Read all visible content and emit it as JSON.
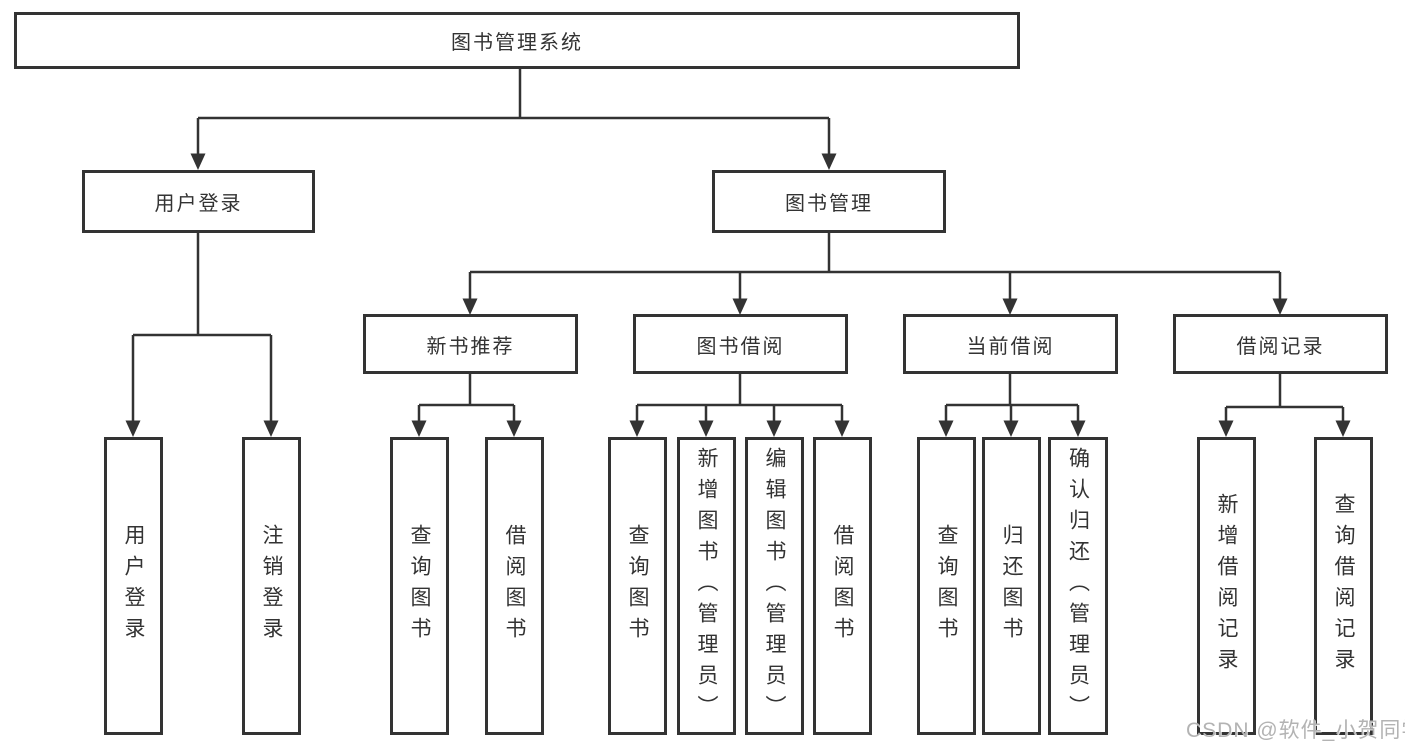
{
  "diagram": {
    "title": "图书管理系统",
    "colors": {
      "line": "#333333",
      "box_border": "#333333",
      "text": "#333333",
      "watermark": "#b3b3b3"
    }
  },
  "tree": {
    "label": "图书管理系统",
    "children": [
      {
        "label": "用户登录",
        "children": [
          {
            "label": "用户登录"
          },
          {
            "label": "注销登录"
          }
        ]
      },
      {
        "label": "图书管理",
        "children": [
          {
            "label": "新书推荐",
            "children": [
              {
                "label": "查询图书"
              },
              {
                "label": "借阅图书"
              }
            ]
          },
          {
            "label": "图书借阅",
            "children": [
              {
                "label": "查询图书"
              },
              {
                "label": "新增图书（管理员）"
              },
              {
                "label": "编辑图书（管理员）"
              },
              {
                "label": "借阅图书"
              }
            ]
          },
          {
            "label": "当前借阅",
            "children": [
              {
                "label": "查询图书"
              },
              {
                "label": "归还图书"
              },
              {
                "label": "确认归还（管理员）"
              }
            ]
          },
          {
            "label": "借阅记录",
            "children": [
              {
                "label": "新增借阅记录"
              },
              {
                "label": "查询借阅记录"
              }
            ]
          }
        ]
      }
    ]
  },
  "watermark": {
    "text": "CSDN @软件_小贺同学"
  }
}
